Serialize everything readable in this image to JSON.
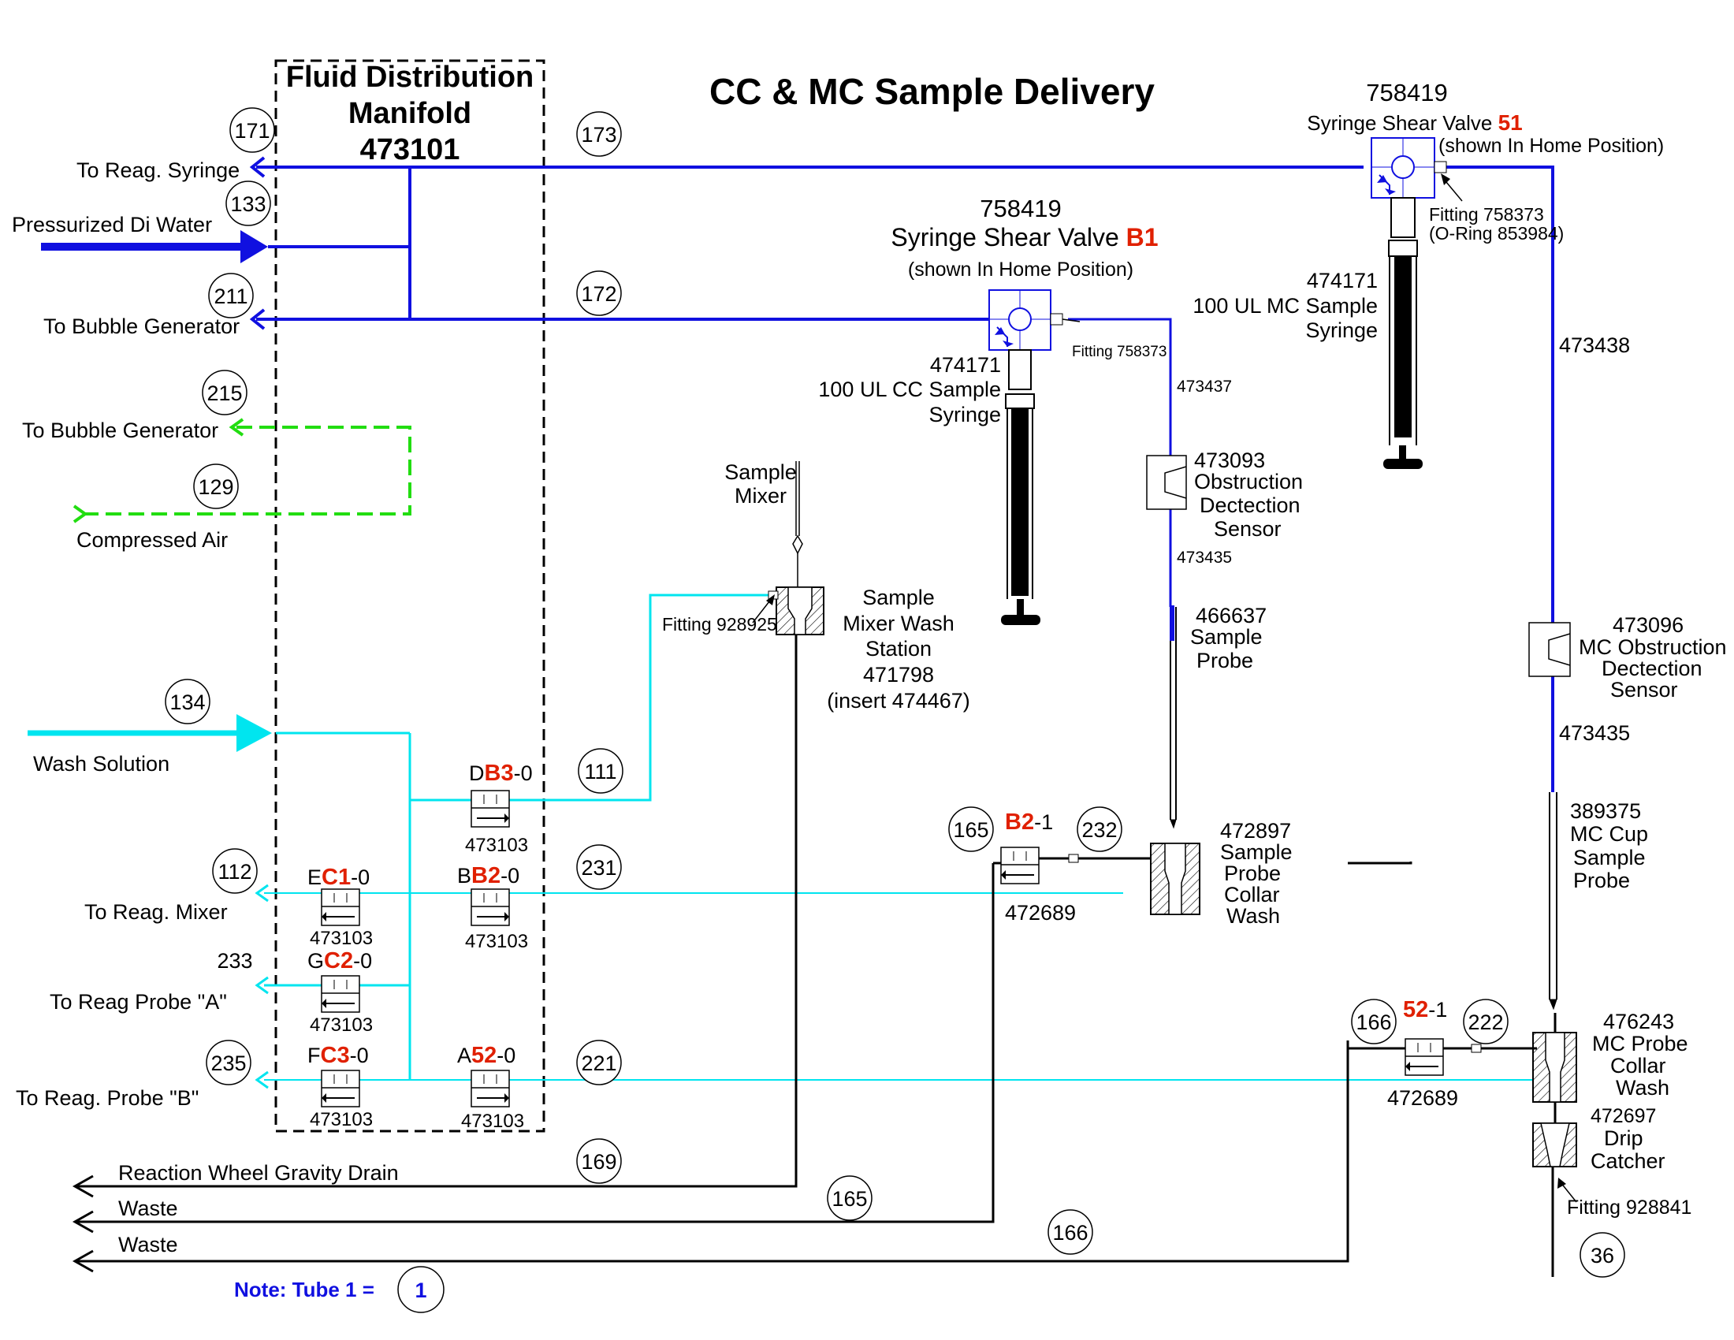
{
  "title": "CC & MC Sample Delivery",
  "manifold": {
    "line1": "Fluid Distribution",
    "line2": "Manifold",
    "part": "473101"
  },
  "tube_labels": {
    "t171": "171",
    "t173": "173",
    "t133": "133",
    "t211": "211",
    "t172": "172",
    "t215": "215",
    "t129": "129",
    "t134": "134",
    "t111": "111",
    "t112": "112",
    "t231": "231",
    "t233": "233",
    "t235": "235",
    "t221": "221",
    "t169": "169",
    "t165a": "165",
    "t165b": "165",
    "t232": "232",
    "t166a": "166",
    "t166b": "166",
    "t222": "222",
    "t36": "36"
  },
  "left_labels": {
    "reag_syringe": "To Reag. Syringe",
    "di_water": "Pressurized Di Water",
    "bubble_gen_1": "To Bubble Generator",
    "bubble_gen_2": "To Bubble Generator",
    "compressed_air": "Compressed Air",
    "wash_solution": "Wash Solution",
    "reag_mixer": "To Reag. Mixer",
    "reag_probe_a": "To Reag Probe \"A\"",
    "reag_probe_b": "To Reag. Probe \"B\"",
    "gravity_drain": "Reaction Wheel Gravity Drain",
    "waste_1": "Waste",
    "waste_2": "Waste"
  },
  "valves": {
    "db3": {
      "pre": "D",
      "code": "B3",
      "post": "-0",
      "part": "473103"
    },
    "bb2": {
      "pre": "B",
      "code": "B2",
      "post": "-0",
      "part": "473103"
    },
    "ec1": {
      "pre": "E",
      "code": "C1",
      "post": "-0",
      "part": "473103"
    },
    "gc2": {
      "pre": "G",
      "code": "C2",
      "post": "-0",
      "part": "473103"
    },
    "fc3": {
      "pre": "F",
      "code": "C3",
      "post": "-0",
      "part": "473103"
    },
    "a52": {
      "pre": "A",
      "code": "52",
      "post": "-0",
      "part": "473103"
    },
    "b21": {
      "code": "B2",
      "post": "-1",
      "part": "472689"
    },
    "v521": {
      "code": "52",
      "post": "-1",
      "part": "472689"
    }
  },
  "cc_valve": {
    "part": "758419",
    "name": "Syringe Shear Valve ",
    "code": "B1",
    "note": "(shown In Home Position)",
    "fitting": "Fitting 758373"
  },
  "mc_valve": {
    "part": "758419",
    "name": "Syringe Shear Valve ",
    "code": "51",
    "note": "(shown In Home Position)",
    "fitting_1": "Fitting 758373",
    "fitting_2": "(O-Ring 853984)"
  },
  "cc_syringe": {
    "part": "474171",
    "line1": "100 UL  CC Sample",
    "line2": "Syringe"
  },
  "mc_syringe": {
    "part": "474171",
    "line1": "100 UL MC Sample",
    "line2": "Syringe"
  },
  "cc_tubes": {
    "t473437": "473437",
    "t473435": "473435"
  },
  "mc_tubes": {
    "t473438": "473438",
    "t473435": "473435"
  },
  "cc_obstruction": {
    "part": "473093",
    "line1": "Obstruction",
    "line2": "Dectection",
    "line3": "Sensor"
  },
  "mc_obstruction": {
    "part": "473096",
    "line1": "MC Obstruction",
    "line2": "Dectection",
    "line3": "Sensor"
  },
  "sample_probe": {
    "part": "466637",
    "line1": "Sample",
    "line2": "Probe"
  },
  "mc_probe": {
    "part": "389375",
    "line1": "MC Cup",
    "line2": "Sample",
    "line3": "Probe"
  },
  "sample_mixer": {
    "line1": "Sample",
    "line2": "Mixer"
  },
  "wash_station": {
    "line1": "Sample",
    "line2": "Mixer Wash",
    "line3": "Station",
    "part": "471798",
    "insert": "(insert 474467)",
    "fitting": "Fitting 928925"
  },
  "collar_wash": {
    "part": "472897",
    "line1": "Sample",
    "line2": "Probe",
    "line3": "Collar",
    "line4": "Wash"
  },
  "mc_collar_wash": {
    "part": "476243",
    "line1": "MC Probe",
    "line2": "Collar",
    "line3": "Wash"
  },
  "drip_catcher": {
    "part": "472697",
    "line1": "Drip",
    "line2": "Catcher",
    "fitting": "Fitting 928841"
  },
  "note": {
    "text": "Note: Tube 1 = ",
    "value": "1"
  },
  "colors": {
    "blue": "#1010e0",
    "cyan": "#00e5ef",
    "green": "#22dd11",
    "red": "#e02000"
  }
}
